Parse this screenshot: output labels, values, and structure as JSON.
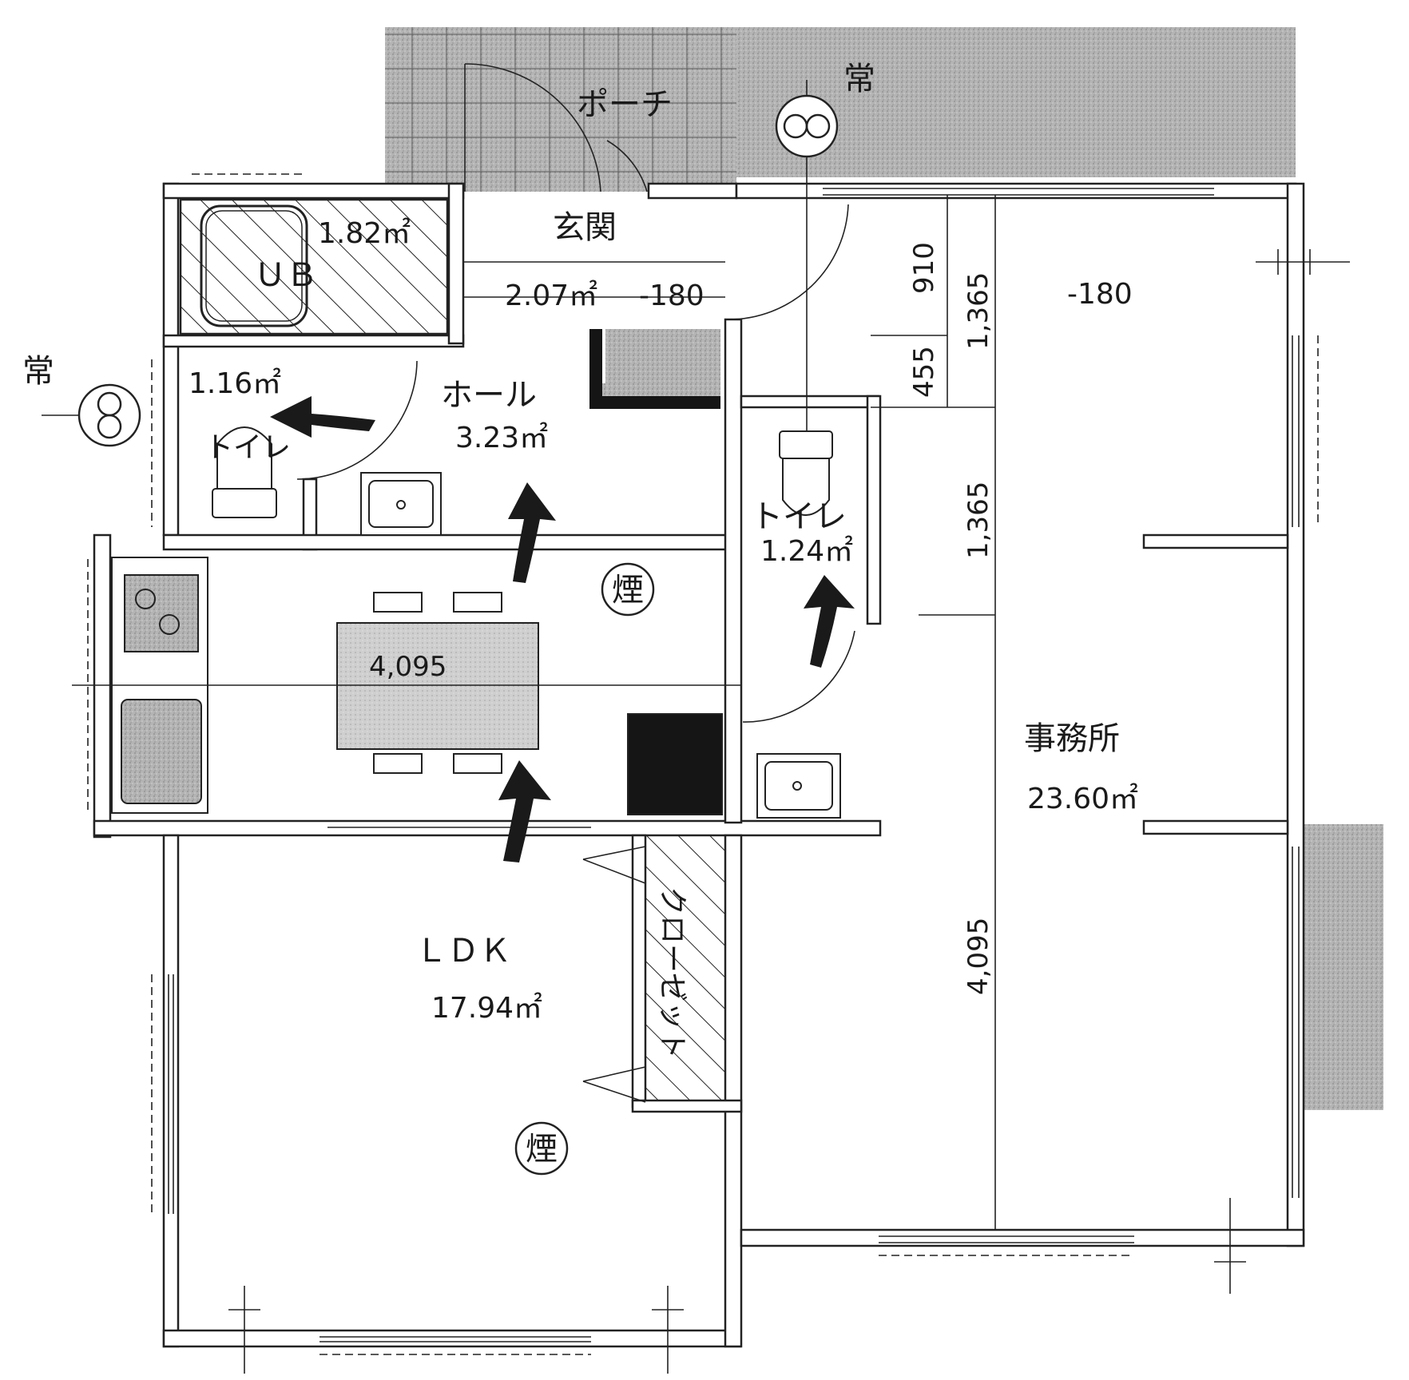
{
  "rooms": {
    "porch": {
      "label": "ポーチ"
    },
    "entrance": {
      "label": "玄関",
      "area": "2.07㎡",
      "level": "-180"
    },
    "ub": {
      "label": "ＵＢ",
      "area": "1.82㎡"
    },
    "toilet_left": {
      "label": "トイレ",
      "area": "1.16㎡"
    },
    "hall": {
      "label": "ホール",
      "area": "3.23㎡"
    },
    "toilet_right": {
      "label": "トイレ",
      "area": "1.24㎡"
    },
    "ldk": {
      "label": "ＬＤＫ",
      "area": "17.94㎡"
    },
    "closet": {
      "label": "クローゼット"
    },
    "office": {
      "label": "事務所",
      "area": "23.60㎡",
      "level": "-180"
    }
  },
  "dimensions": {
    "d910": "910",
    "d455": "455",
    "d1365_top": "1,365",
    "d1365_mid": "1,365",
    "d4095_vertical": "4,095",
    "d4095_horizontal": "4,095"
  },
  "symbols": {
    "smoke_detector": "煙",
    "constant_vent": "常"
  },
  "colors": {
    "wall": "#222222",
    "hatch_fill": "#a8a8a8",
    "dark_fill": "#151515",
    "line": "#222222"
  },
  "icons": [
    "ventilation-fan-icon",
    "smoke-detector-icon",
    "door-swing-arc-icon",
    "stair-arrow-icon",
    "north-arrow-icon"
  ]
}
